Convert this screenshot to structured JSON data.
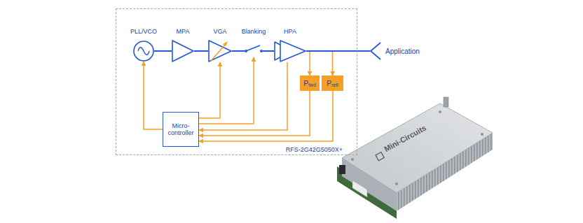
{
  "diagram": {
    "nodes": [
      {
        "text": [
          "RFS-2G42G5050X+"
        ]
      },
      {
        "text": [
          "PLL/VCO"
        ],
        "in": 0
      },
      {
        "text": [
          "MPA"
        ],
        "in": 0
      },
      {
        "text": [
          "VGA"
        ],
        "in": 0
      },
      {
        "text": [
          "Blanking"
        ],
        "in": 0
      },
      {
        "text": [
          "HPA"
        ],
        "in": 0
      },
      {
        "text": [
          "P",
          "fwd"
        ],
        "in": 0
      },
      {
        "text": [
          "P",
          "refl"
        ],
        "in": 0
      },
      {
        "text": [
          "Micro-controller"
        ],
        "in": 0
      },
      {
        "text": [
          "Application"
        ]
      }
    ],
    "edges": [
      {
        "from": 1,
        "to": 2,
        "arrow": "none"
      },
      {
        "from": 2,
        "to": 3,
        "arrow": "none"
      },
      {
        "from": 3,
        "to": 4,
        "arrow": "none"
      },
      {
        "from": 4,
        "to": 5,
        "arrow": "none"
      },
      {
        "from": 5,
        "to": 9,
        "arrow": "none"
      },
      {
        "from": 5,
        "to": 6,
        "arrow": "to"
      },
      {
        "from": 5,
        "to": 7,
        "arrow": "to"
      },
      {
        "from": 8,
        "to": 1,
        "arrow": "to"
      },
      {
        "from": 8,
        "to": 3,
        "arrow": "to"
      },
      {
        "from": 8,
        "to": 4,
        "arrow": "to"
      },
      {
        "from": 5,
        "to": 8,
        "arrow": "to"
      },
      {
        "from": 6,
        "to": 8,
        "arrow": "to"
      },
      {
        "from": 7,
        "to": 8,
        "arrow": "to"
      }
    ],
    "labels": [
      "Mini-Circuits"
    ]
  }
}
